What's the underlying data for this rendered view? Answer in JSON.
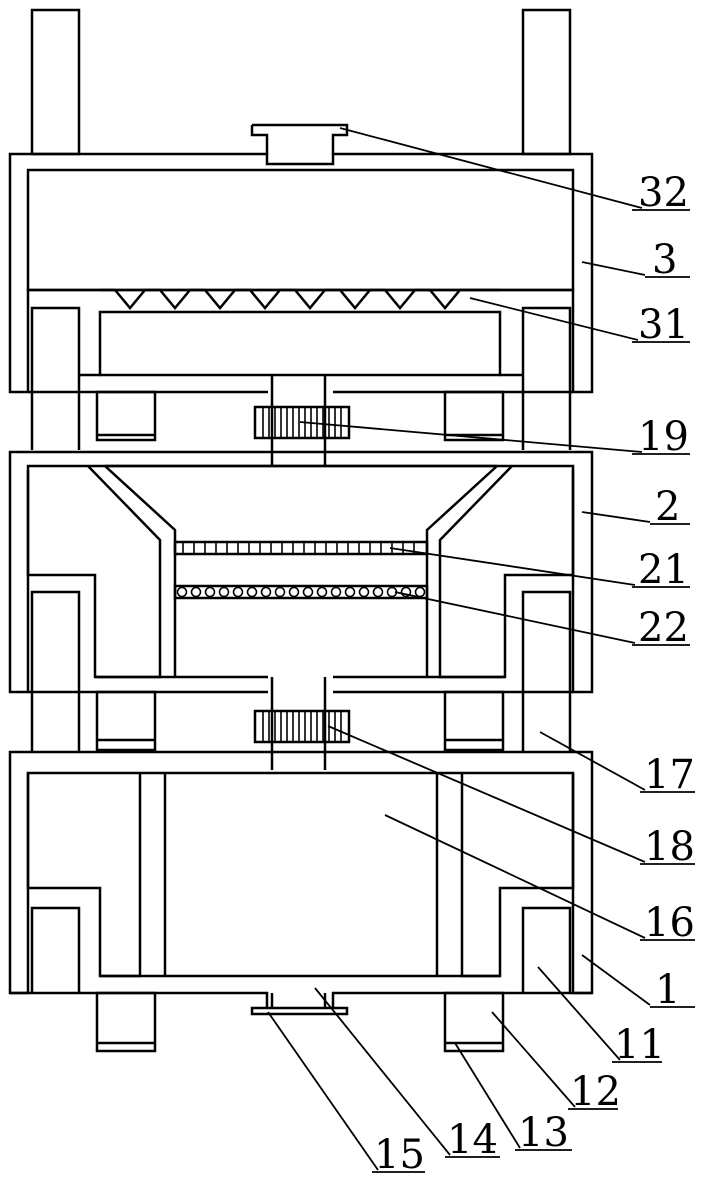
{
  "colors": {
    "line": "#000000",
    "background": "#ffffff"
  },
  "labels": [
    {
      "id": "32",
      "text": "32"
    },
    {
      "id": "3",
      "text": "3"
    },
    {
      "id": "31",
      "text": "31"
    },
    {
      "id": "19",
      "text": "19"
    },
    {
      "id": "2",
      "text": "2"
    },
    {
      "id": "21",
      "text": "21"
    },
    {
      "id": "22",
      "text": "22"
    },
    {
      "id": "17",
      "text": "17"
    },
    {
      "id": "18",
      "text": "18"
    },
    {
      "id": "16",
      "text": "16"
    },
    {
      "id": "1",
      "text": "1"
    },
    {
      "id": "11",
      "text": "11"
    },
    {
      "id": "12",
      "text": "12"
    },
    {
      "id": "13",
      "text": "13"
    },
    {
      "id": "14",
      "text": "14"
    },
    {
      "id": "15",
      "text": "15"
    }
  ]
}
